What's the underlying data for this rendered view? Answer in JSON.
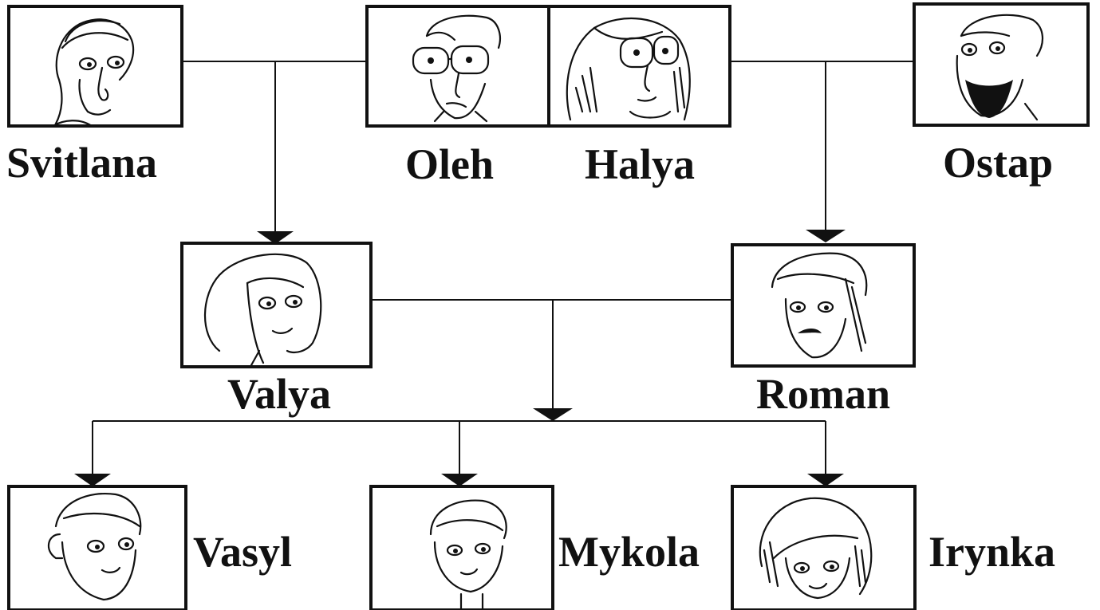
{
  "people": {
    "svitlana": "Svitlana",
    "oleh": "Oleh",
    "halya": "Halya",
    "ostap": "Ostap",
    "valya": "Valya",
    "roman": "Roman",
    "vasyl": "Vasyl",
    "mykola": "Mykola",
    "irynka": "Irynka"
  },
  "relations": [
    {
      "parents": [
        "Svitlana",
        "Oleh"
      ],
      "child": "Valya"
    },
    {
      "parents": [
        "Halya",
        "Ostap"
      ],
      "child": "Roman"
    },
    {
      "parents": [
        "Valya",
        "Roman"
      ],
      "children": [
        "Vasyl",
        "Mykola",
        "Irynka"
      ]
    }
  ]
}
